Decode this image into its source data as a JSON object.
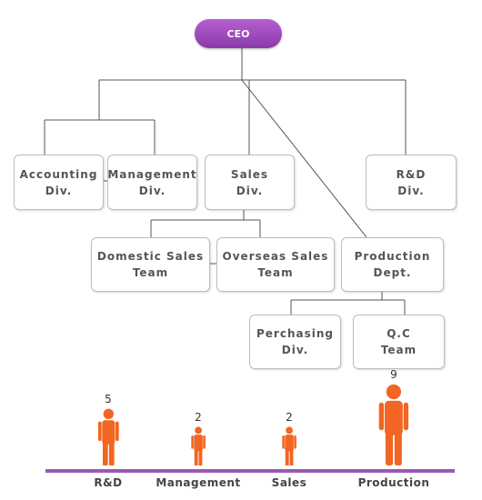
{
  "chart": {
    "ceo": "CEO",
    "nodes": {
      "accounting": [
        "Accounting",
        "Div."
      ],
      "management": [
        "Management",
        "Div."
      ],
      "sales": [
        "Sales",
        "Div."
      ],
      "rnd": [
        "R&D",
        "Div."
      ],
      "domestic": [
        "Domestic Sales",
        "Team"
      ],
      "overseas": [
        "Overseas Sales",
        "Team"
      ],
      "production": [
        "Production",
        "Dept."
      ],
      "purchasing": [
        "Perchasing",
        "Div."
      ],
      "qc": [
        "Q.C",
        "Team"
      ]
    }
  },
  "colors": {
    "accent": "#9b59b6",
    "person": "#f26522",
    "line": "#555555"
  },
  "chart_data": {
    "type": "bar",
    "categories": [
      "R&D",
      "Management",
      "Sales",
      "Production"
    ],
    "values": [
      5,
      2,
      2,
      9
    ],
    "title": "",
    "xlabel": "",
    "ylabel": ""
  }
}
